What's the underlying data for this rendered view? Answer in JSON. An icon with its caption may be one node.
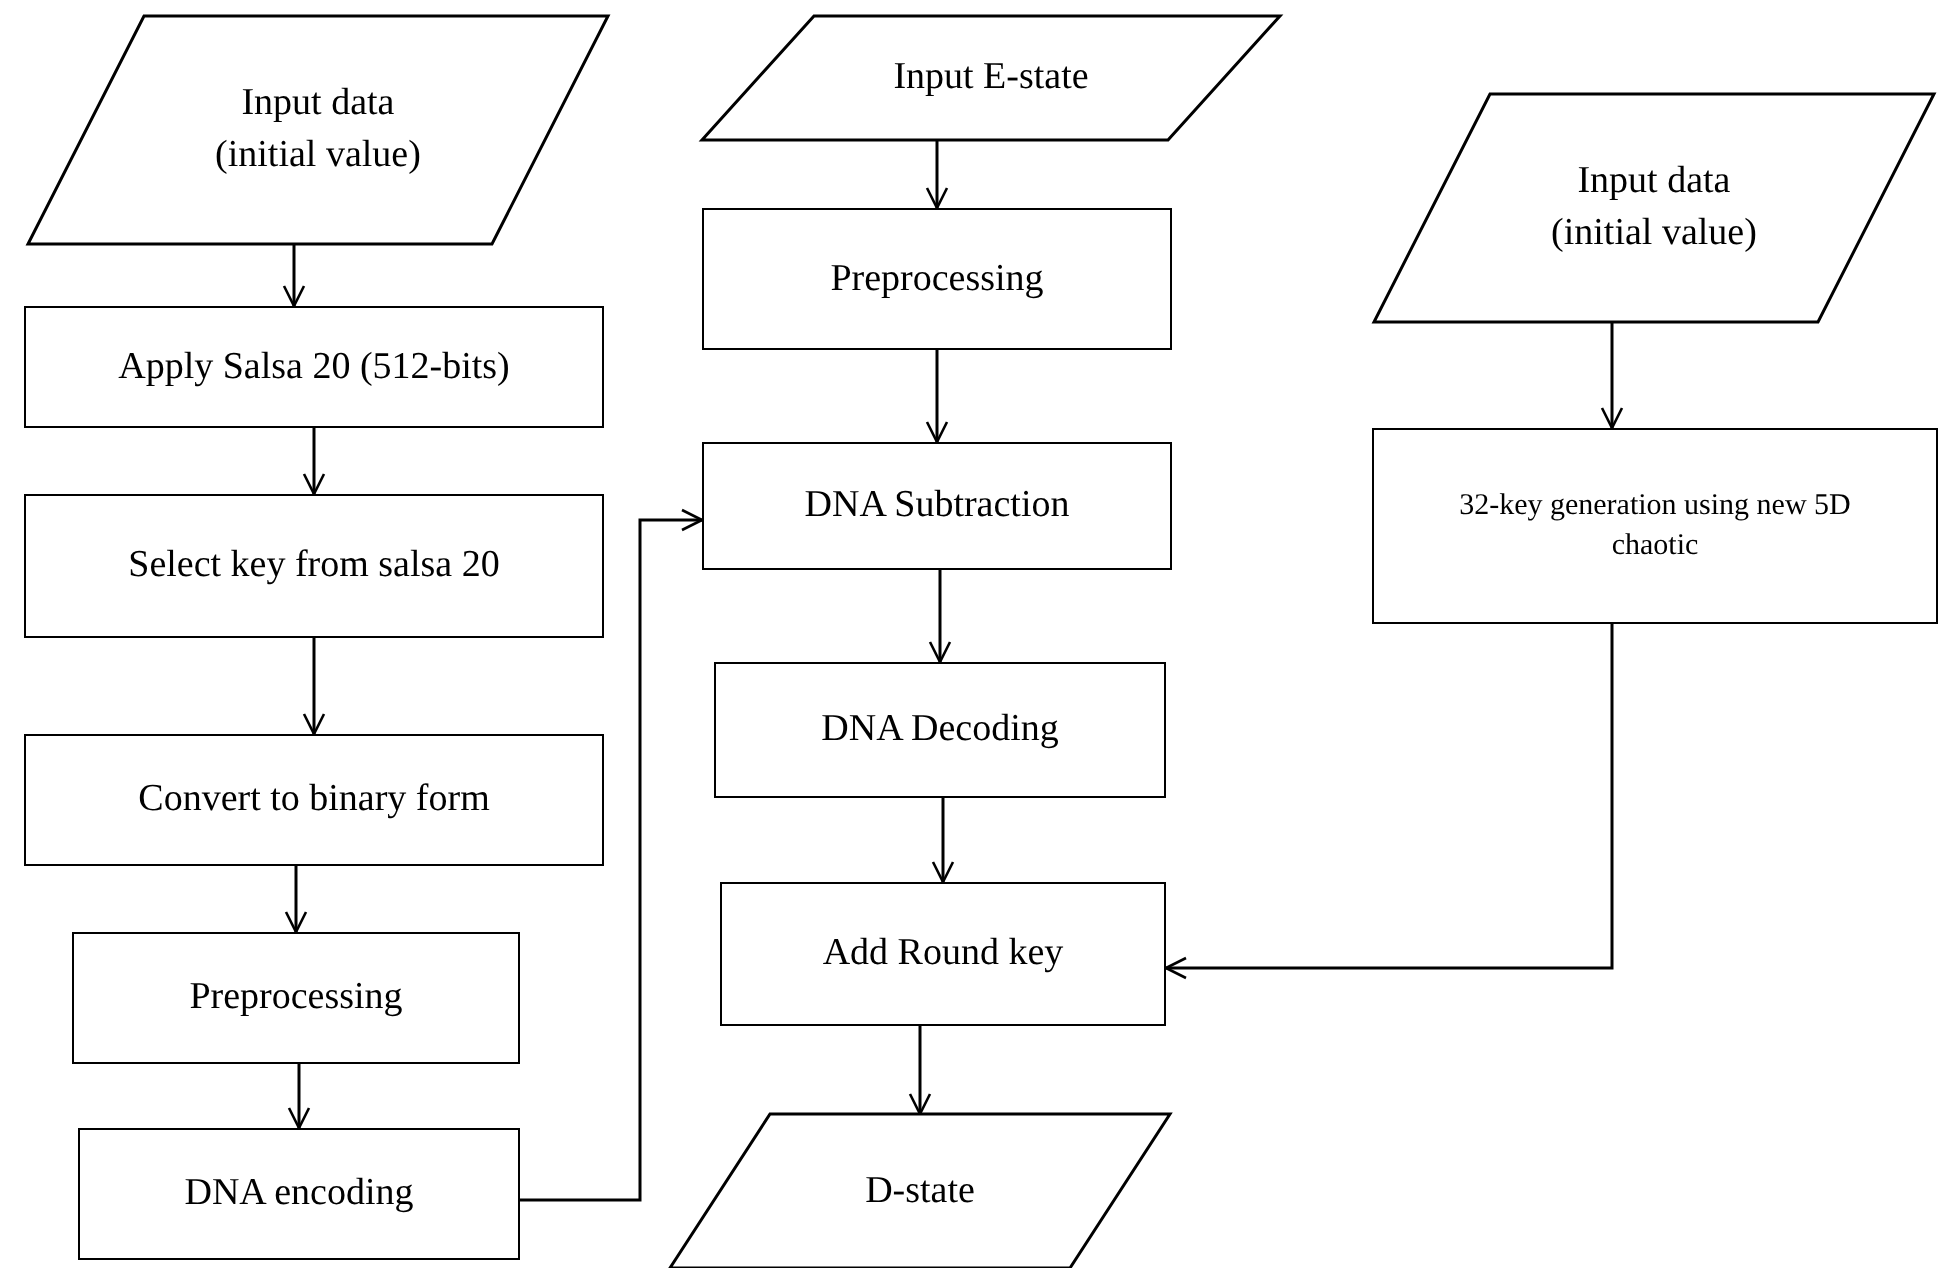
{
  "diagram": {
    "nodes": [
      {
        "text": [
          "Input data (initial value)"
        ]
      },
      {
        "text": [
          "Apply Salsa 20 (512-bits)"
        ]
      },
      {
        "text": [
          "Select key from salsa 20"
        ]
      },
      {
        "text": [
          "Convert to binary form"
        ]
      },
      {
        "text": [
          "Preprocessing"
        ]
      },
      {
        "text": [
          "DNA encoding"
        ]
      },
      {
        "text": [
          "Input E-state"
        ]
      },
      {
        "text": [
          "Preprocessing"
        ]
      },
      {
        "text": [
          "DNA Subtraction"
        ]
      },
      {
        "text": [
          "DNA Decoding"
        ]
      },
      {
        "text": [
          "Add Round key"
        ]
      },
      {
        "text": [
          "D-state"
        ]
      },
      {
        "text": [
          "Input data (initial value)"
        ]
      },
      {
        "text": [
          "32-key generation using new 5D chaotic"
        ]
      }
    ],
    "edges": [
      {
        "from": 0,
        "to": 1,
        "arrow": "to"
      },
      {
        "from": 1,
        "to": 2,
        "arrow": "to"
      },
      {
        "from": 2,
        "to": 3,
        "arrow": "to"
      },
      {
        "from": 3,
        "to": 4,
        "arrow": "to"
      },
      {
        "from": 4,
        "to": 5,
        "arrow": "to"
      },
      {
        "from": 5,
        "to": 8,
        "arrow": "to"
      },
      {
        "from": 6,
        "to": 7,
        "arrow": "to"
      },
      {
        "from": 7,
        "to": 8,
        "arrow": "to"
      },
      {
        "from": 8,
        "to": 9,
        "arrow": "to"
      },
      {
        "from": 9,
        "to": 10,
        "arrow": "to"
      },
      {
        "from": 10,
        "to": 11,
        "arrow": "to"
      },
      {
        "from": 12,
        "to": 13,
        "arrow": "to"
      },
      {
        "from": 13,
        "to": 10,
        "arrow": "to"
      }
    ]
  }
}
